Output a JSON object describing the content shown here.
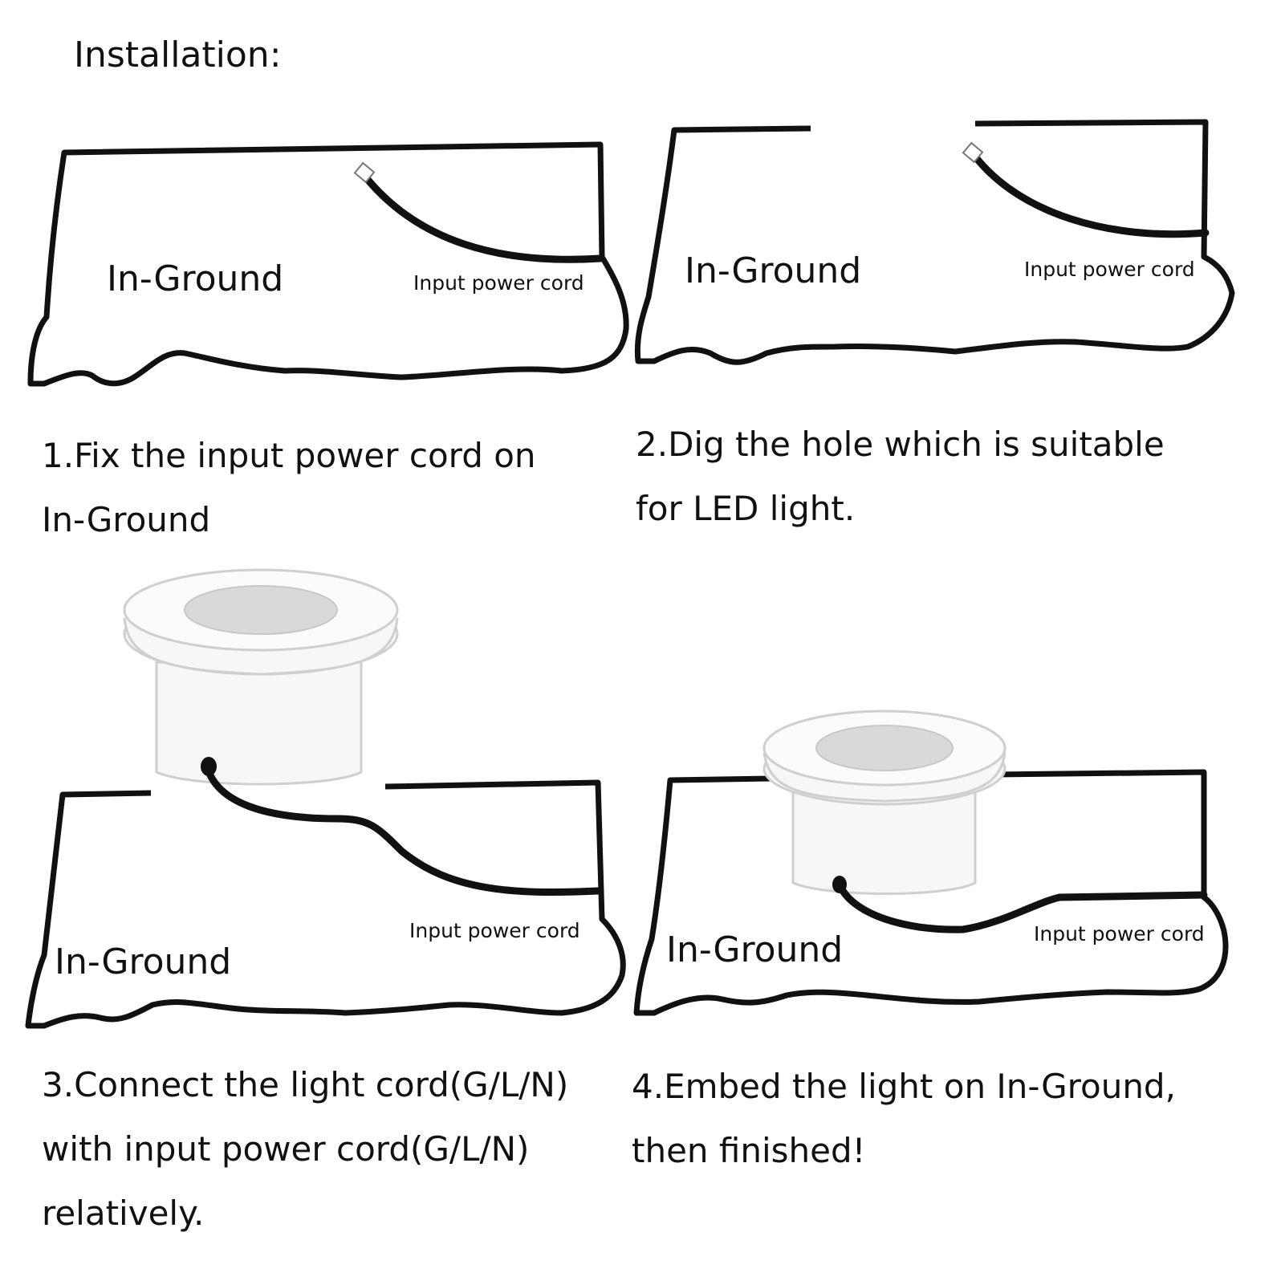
{
  "heading": "Installation:",
  "panels": [
    {
      "ground_label": "In-Ground",
      "cord_label": "Input power cord",
      "caption": [
        "1.Fix the input power cord on",
        "In-Ground"
      ]
    },
    {
      "ground_label": "In-Ground",
      "cord_label": "Input power cord",
      "caption": [
        "2.Dig the hole which is suitable",
        "for LED light."
      ]
    },
    {
      "ground_label": "In-Ground",
      "cord_label": "Input power cord",
      "caption": [
        "3.Connect the light cord(G/L/N)",
        "with input power cord(G/L/N)",
        "relatively."
      ]
    },
    {
      "ground_label": "In-Ground",
      "cord_label": "Input power cord",
      "caption": [
        "4.Embed the light on In-Ground,",
        "then finished!"
      ]
    }
  ],
  "colors": {
    "ink": "#111111",
    "fixture_fill": "#f7f7f7",
    "fixture_line": "#cfcfcf",
    "lens_fill": "#d9d9d9"
  }
}
